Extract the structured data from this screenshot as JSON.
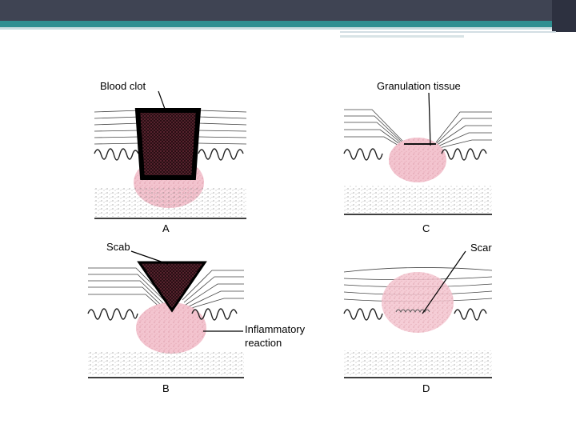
{
  "labels": {
    "blood_clot": "Blood clot",
    "granulation_tissue": "Granulation tissue",
    "scab": "Scab",
    "scar": "Scar",
    "inflammatory_line1": "Inflammatory",
    "inflammatory_line2": "reaction"
  },
  "panels": {
    "a": "A",
    "b": "B",
    "c": "C",
    "d": "D"
  },
  "colors": {
    "header_bar": "#3f4453",
    "header_stripe": "#2f8f91",
    "pink_tissue": "#f3c4cf",
    "clot": "#1a0a0e"
  }
}
